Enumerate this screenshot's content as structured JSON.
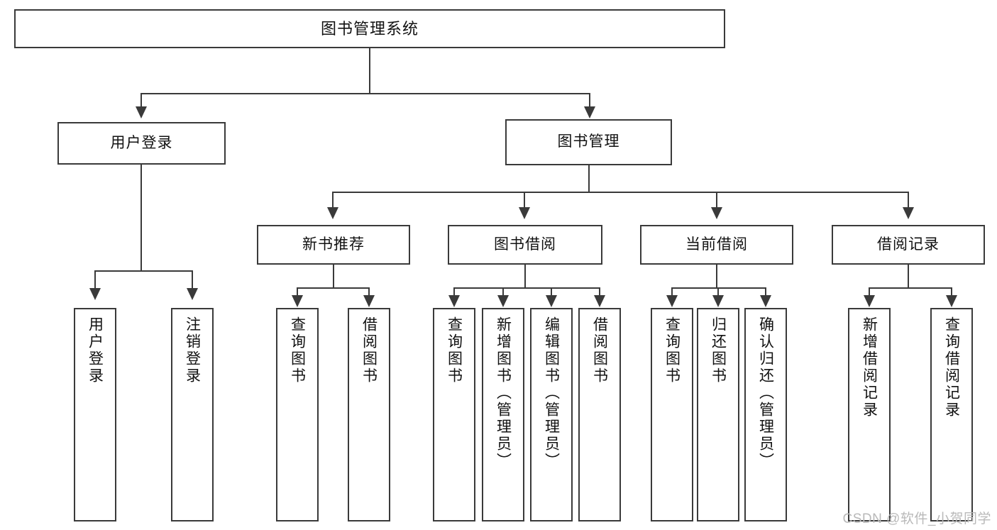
{
  "diagram": {
    "title": "图书管理系统",
    "type": "tree-hierarchy-diagram",
    "root": {
      "label": "图书管理系统"
    },
    "level2": [
      {
        "label": "用户登录"
      },
      {
        "label": "图书管理"
      }
    ],
    "level3": [
      {
        "label": "新书推荐"
      },
      {
        "label": "图书借阅"
      },
      {
        "label": "当前借阅"
      },
      {
        "label": "借阅记录"
      }
    ],
    "leaves": {
      "user_login": [
        {
          "label": "用户登录"
        },
        {
          "label": "注销登录"
        }
      ],
      "new_book_recommend": [
        {
          "label": "查询图书"
        },
        {
          "label": "借阅图书"
        }
      ],
      "book_borrow": [
        {
          "label": "查询图书"
        },
        {
          "label": "新增图书（管理员）"
        },
        {
          "label": "编辑图书（管理员）"
        },
        {
          "label": "借阅图书"
        }
      ],
      "current_borrow": [
        {
          "label": "查询图书"
        },
        {
          "label": "归还图书"
        },
        {
          "label": "确认归还（管理员）"
        }
      ],
      "borrow_record": [
        {
          "label": "新增借阅记录"
        },
        {
          "label": "查询借阅记录"
        }
      ]
    }
  },
  "watermark": {
    "text": "CSDN @软件_小贺同学"
  },
  "colors": {
    "stroke": "#3a3a3a",
    "fill": "#ffffff",
    "text": "#111111",
    "watermark": "#b9b9b9"
  }
}
